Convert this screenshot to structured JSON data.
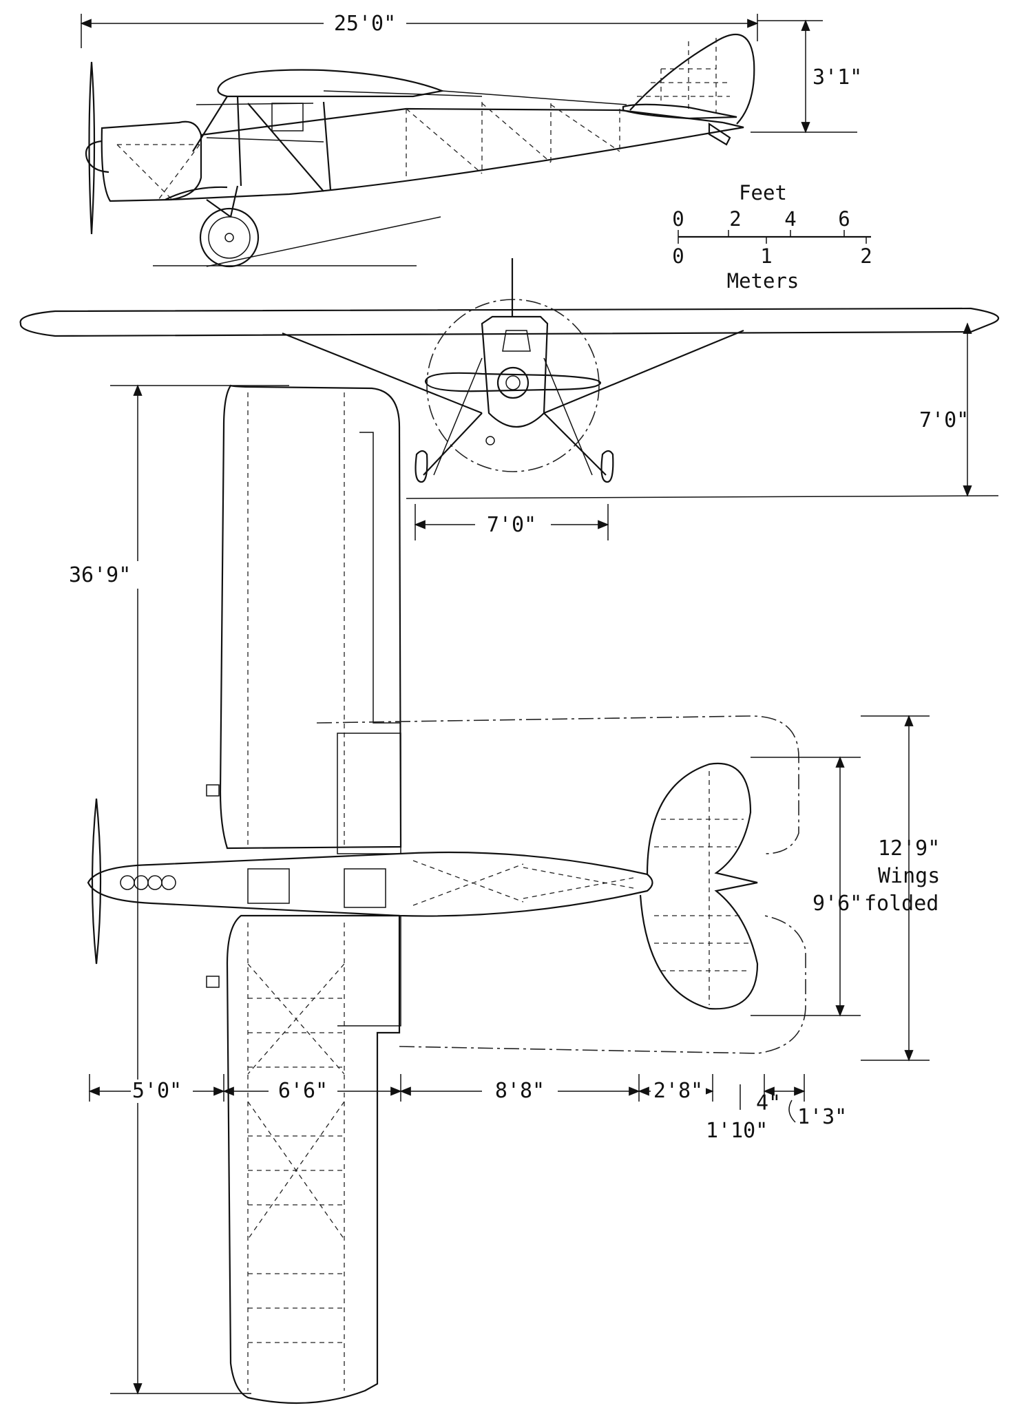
{
  "dimensions": {
    "overall_length": "25'0\"",
    "height": "3'1\"",
    "wing_height": "7'0\"",
    "track": "7'0\"",
    "span": "36'9\"",
    "folded_width": "12'9\"",
    "folded_width_note_1": "Wings",
    "folded_width_note_2": "folded",
    "tail_span": "9'6\"",
    "nose_to_wing": "5'0\"",
    "wing_chord": "6'6\"",
    "wing_to_tail": "8'8\"",
    "tail_chord": "2'8\"",
    "dim_1_10": "1'10\"",
    "dim_4": "4\"",
    "dim_1_3": "1'3\""
  },
  "scale": {
    "feet_label": "Feet",
    "feet_ticks": [
      "0",
      "2",
      "4",
      "6"
    ],
    "meters_label": "Meters",
    "meters_ticks": [
      "0",
      "1",
      "2"
    ]
  }
}
